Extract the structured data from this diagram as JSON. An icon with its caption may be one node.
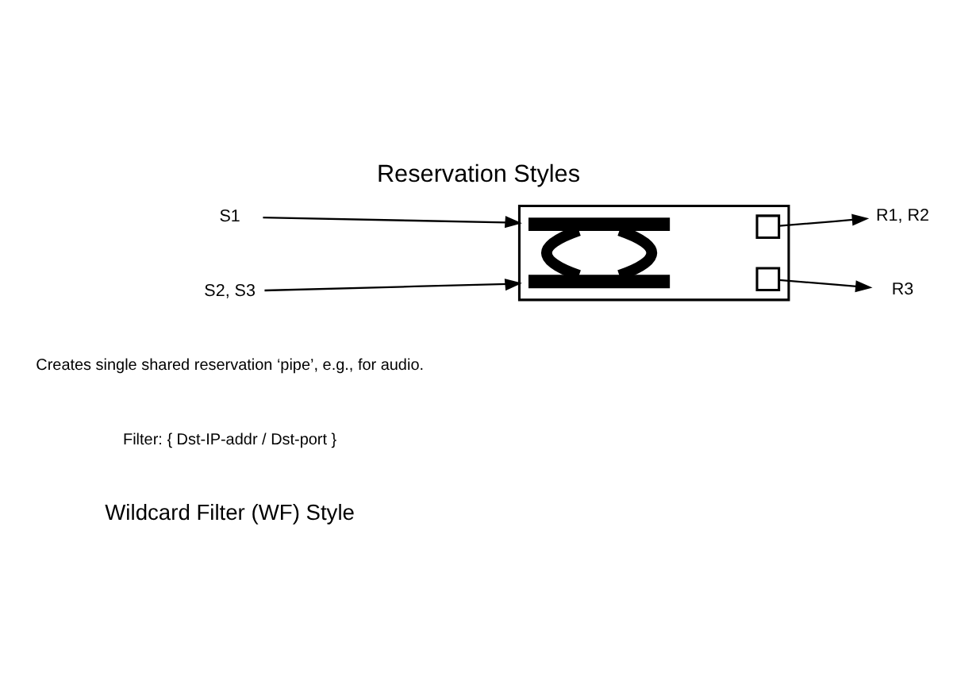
{
  "diagram": {
    "title": "Reservation Styles",
    "nodes": [
      {
        "text": [
          "S1"
        ]
      },
      {
        "text": [
          "S2, S3"
        ]
      },
      {
        "text": [],
        "shape": "box"
      },
      {
        "text": [],
        "shape": "bar",
        "in": 2
      },
      {
        "text": [],
        "shape": "box",
        "in": 2
      },
      {
        "text": [],
        "shape": "bar",
        "in": 2
      },
      {
        "text": [],
        "shape": "box",
        "in": 2
      },
      {
        "text": [
          "R1, R2"
        ]
      },
      {
        "text": [
          "R3"
        ]
      }
    ],
    "edges": [
      {
        "from": 0,
        "to": 2,
        "arrow": "to"
      },
      {
        "from": 1,
        "to": 2,
        "arrow": "to"
      },
      {
        "from": 3,
        "to": 5,
        "arrow": "none",
        "style": "thick"
      },
      {
        "from": 3,
        "to": 5,
        "arrow": "none",
        "style": "thick"
      },
      {
        "from": 4,
        "to": 7,
        "arrow": "to"
      },
      {
        "from": 6,
        "to": 8,
        "arrow": "to"
      }
    ],
    "labels": [
      "Wildcard Filter (WF) Style",
      "Filter: { Dst-IP-addr / Dst-port }",
      "Creates single shared reservation ‘pipe’, e.g., for audio."
    ]
  }
}
